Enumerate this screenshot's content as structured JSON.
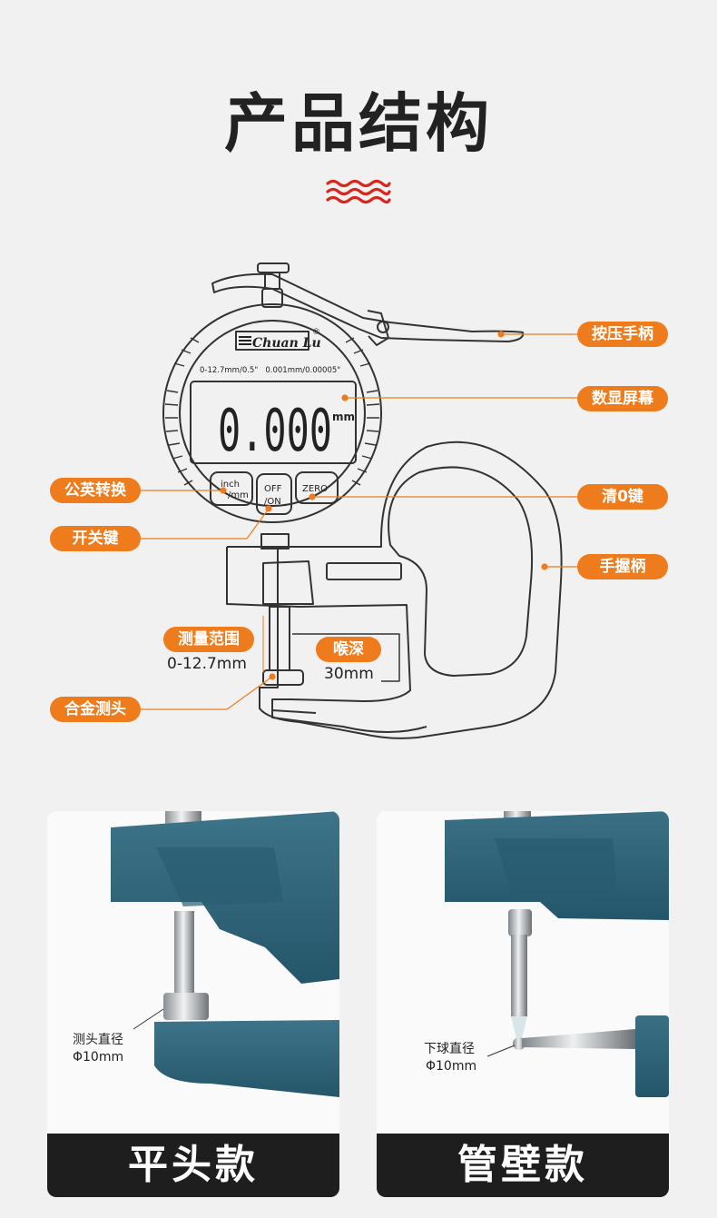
{
  "title": "产品结构",
  "device": {
    "brand": "Chuan Lu",
    "registered_mark": "®",
    "spec": "0-12.7mm/0.5\"   0.001mm/0.00005\"",
    "reading": "0.000",
    "unit": "mm",
    "buttons": {
      "inch": "inch",
      "mm": "/mm",
      "off": "OFF",
      "on": "/ON",
      "zero": "ZERO"
    }
  },
  "labels": {
    "press_handle": "按压手柄",
    "display": "数显屏幕",
    "unit_switch": "公英转换",
    "zero_key": "清0键",
    "power_key": "开关键",
    "grip": "手握柄",
    "range": "测量范围",
    "range_value": "0-12.7mm",
    "throat": "喉深",
    "throat_value": "30mm",
    "probe": "合金测头"
  },
  "cards": [
    {
      "footer": "平头款",
      "label_line1": "测头直径",
      "label_line2": "Φ10mm"
    },
    {
      "footer": "管壁款",
      "label_line1": "下球直径",
      "label_line2": "Φ10mm"
    }
  ],
  "colors": {
    "accent": "#ee7c1c",
    "wave": "#d9261c",
    "metal_blue": "#2f6478",
    "footer": "#1e1e1e"
  }
}
